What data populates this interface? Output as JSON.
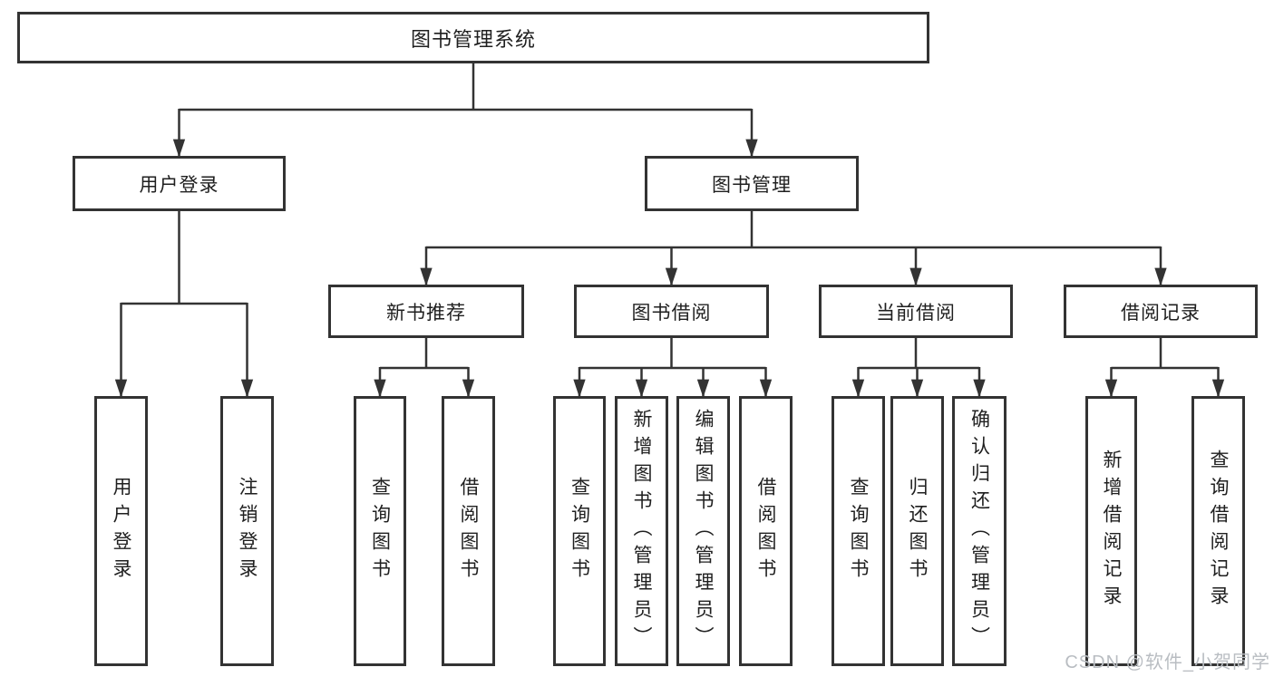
{
  "tree": {
    "root": {
      "label": "图书管理系统"
    },
    "branches": [
      {
        "label": "用户登录",
        "children": [
          {
            "label": "用户登录"
          },
          {
            "label": "注销登录"
          }
        ]
      },
      {
        "label": "图书管理",
        "children": [
          {
            "label": "新书推荐",
            "children": [
              {
                "label": "查询图书"
              },
              {
                "label": "借阅图书"
              }
            ]
          },
          {
            "label": "图书借阅",
            "children": [
              {
                "label": "查询图书"
              },
              {
                "label": "新增图书（管理员）"
              },
              {
                "label": "编辑图书（管理员）"
              },
              {
                "label": "借阅图书"
              }
            ]
          },
          {
            "label": "当前借阅",
            "children": [
              {
                "label": "查询图书"
              },
              {
                "label": "归还图书"
              },
              {
                "label": "确认归还（管理员）"
              }
            ]
          },
          {
            "label": "借阅记录",
            "children": [
              {
                "label": "新增借阅记录"
              },
              {
                "label": "查询借阅记录"
              }
            ]
          }
        ]
      }
    ]
  },
  "watermark": "CSDN @软件_小贺同学",
  "colors": {
    "line": "#333333",
    "box_border": "#333333",
    "text": "#1f1f1f",
    "watermark": "#b9bdc2",
    "background": "#ffffff"
  }
}
